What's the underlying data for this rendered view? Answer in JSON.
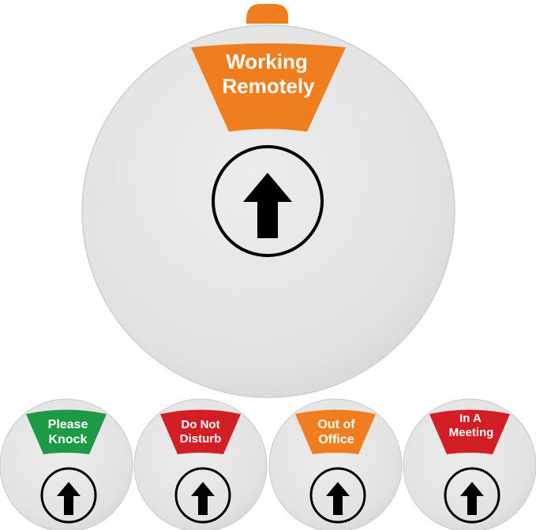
{
  "main_sign": {
    "line1": "Working",
    "line2": "Remotely",
    "color": "#F07E1E"
  },
  "variants": [
    {
      "line1": "Please",
      "line2": "Knock",
      "color": "#1E9A46"
    },
    {
      "line1": "Do Not",
      "line2": "Disturb",
      "color": "#D21F26"
    },
    {
      "line1": "Out of",
      "line2": "Office",
      "color": "#F07E1E"
    },
    {
      "line1": "In A",
      "line2": "Meeting",
      "color": "#D21F26"
    }
  ],
  "colors": {
    "disc": "#E2E2E2",
    "disc_edge": "#C9C9C9",
    "tab": "#F07E1E",
    "arrow": "#000000"
  }
}
